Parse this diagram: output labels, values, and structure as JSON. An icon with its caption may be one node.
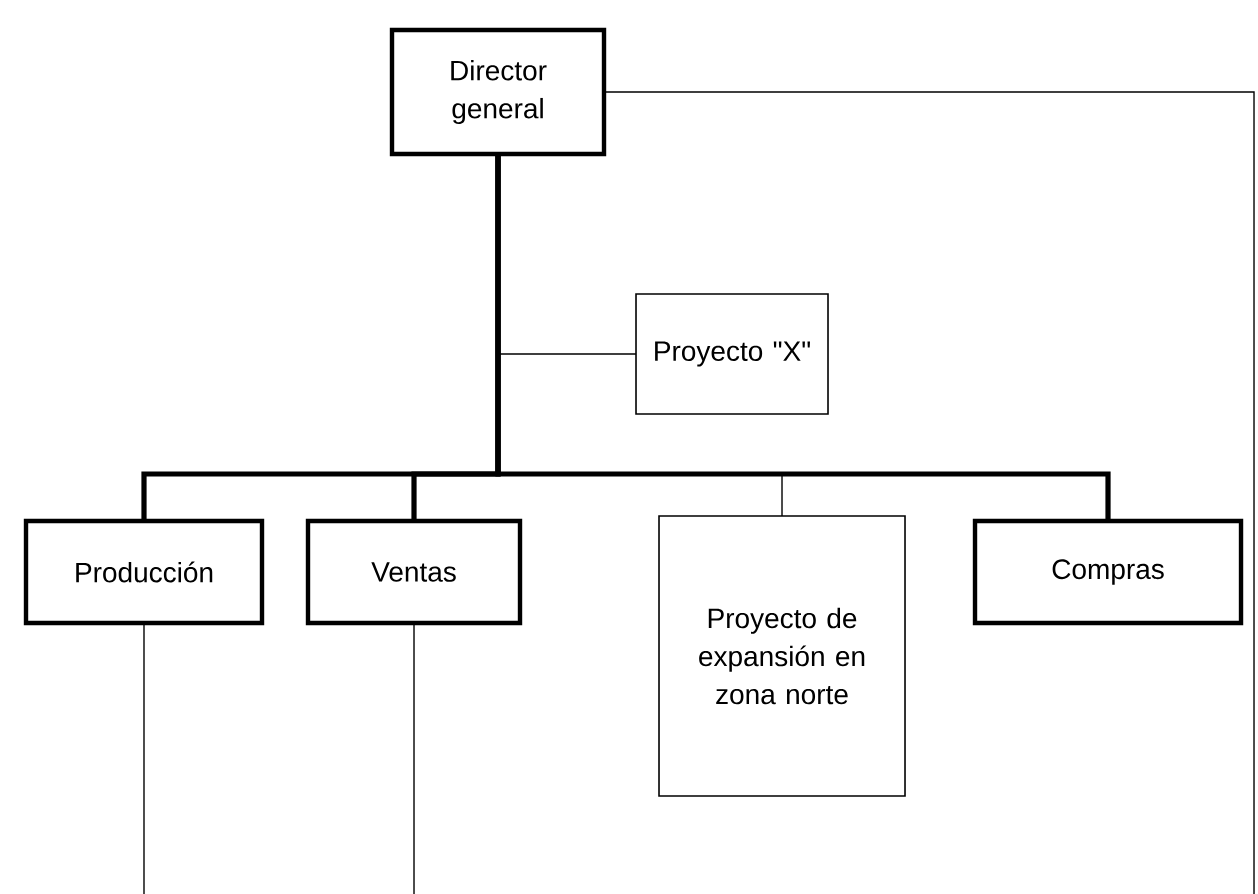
{
  "diagram": {
    "nodes": [
      {
        "text": [
          "Director general"
        ]
      },
      {
        "text": [
          "Proyecto \"X\""
        ]
      },
      {
        "text": [
          "Producción"
        ]
      },
      {
        "text": [
          "Ventas"
        ]
      },
      {
        "text": [
          "Proyecto de expansión en zona norte"
        ]
      },
      {
        "text": [
          "Compras"
        ]
      }
    ],
    "edges": [
      {
        "from": 0,
        "to": 1,
        "arrow": "none"
      },
      {
        "from": 0,
        "to": 2,
        "arrow": "none",
        "style": "thick"
      },
      {
        "from": 0,
        "to": 3,
        "arrow": "none",
        "style": "thick"
      },
      {
        "from": 0,
        "to": 4,
        "arrow": "none"
      },
      {
        "from": 0,
        "to": 5,
        "arrow": "none",
        "style": "thick"
      },
      {
        "from": 0,
        "to": null,
        "arrow": "none"
      },
      {
        "from": 2,
        "to": null,
        "arrow": "none"
      },
      {
        "from": 3,
        "to": null,
        "arrow": "none"
      }
    ]
  }
}
